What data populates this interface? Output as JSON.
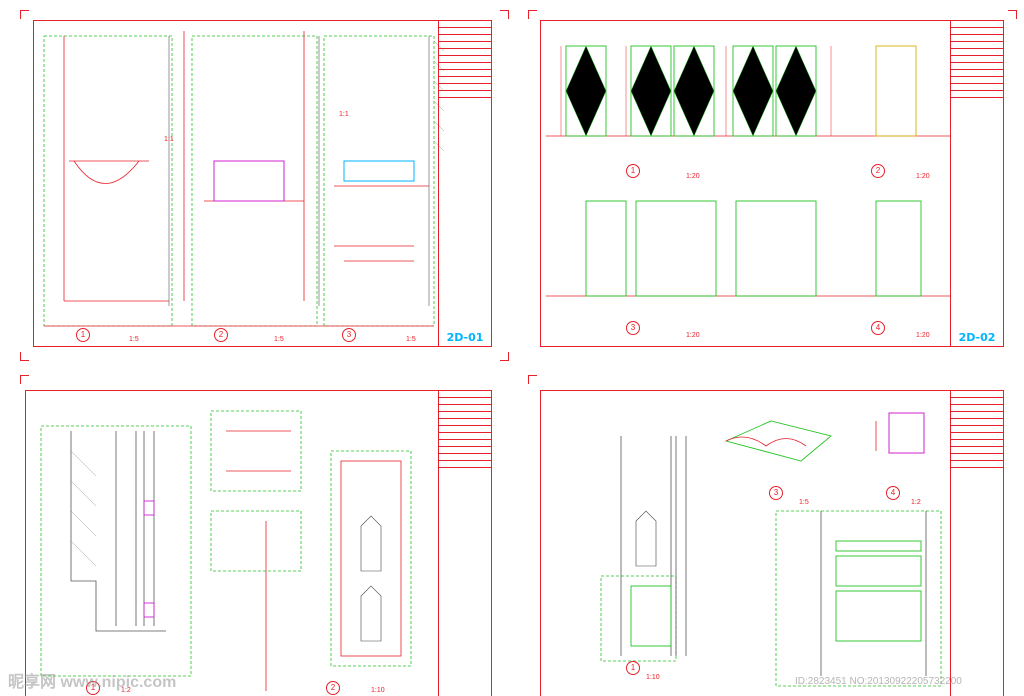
{
  "sheets": [
    {
      "number": "2D-01",
      "views": [
        {
          "num": "1",
          "scale": "1:5"
        },
        {
          "num": "2",
          "scale": "1:5"
        },
        {
          "num": "3",
          "scale": "1:5"
        }
      ],
      "details": [
        "1:1",
        "1:1"
      ]
    },
    {
      "number": "2D-02",
      "views": [
        {
          "num": "1",
          "scale": "1:20"
        },
        {
          "num": "2",
          "scale": "1:20"
        },
        {
          "num": "3",
          "scale": "1:20"
        },
        {
          "num": "4",
          "scale": "1:20"
        }
      ]
    },
    {
      "number": "",
      "views": [
        {
          "num": "1",
          "scale": "1:2"
        },
        {
          "num": "2",
          "scale": "1:10"
        }
      ]
    },
    {
      "number": "",
      "views": [
        {
          "num": "1",
          "scale": "1:10"
        },
        {
          "num": "3",
          "scale": "1:5"
        },
        {
          "num": "4",
          "scale": "1:2"
        }
      ]
    }
  ],
  "watermark": {
    "site": "昵享网 www.nipic.com",
    "id": "ID:2823451 NO:20130922205732200"
  },
  "colors": {
    "frame": "#e8202a",
    "guide": "#22c422",
    "detail": "#d020d0",
    "sheet_no": "#00b4ff"
  }
}
